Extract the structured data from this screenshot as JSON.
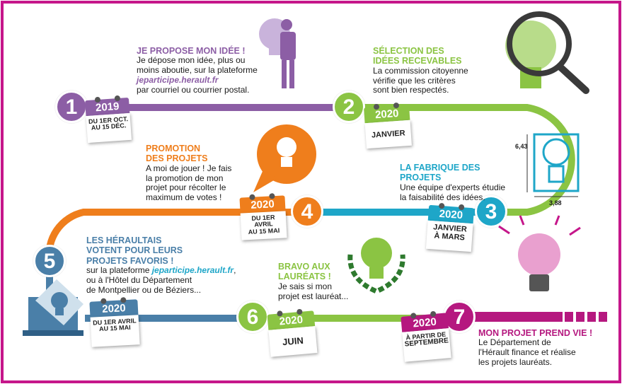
{
  "colors": {
    "frame": "#c5168a",
    "purple": "#8c5ea5",
    "green": "#8bc443",
    "teal": "#1ea6c8",
    "orange": "#ef7e1c",
    "blue": "#4a7fa8",
    "magenta": "#b5187f"
  },
  "steps": [
    {
      "number": "1",
      "year": "2019",
      "date_lines": [
        "DU 1ER OCT.",
        "AU 15 DÉC."
      ],
      "title_lines": [
        "JE PROPOSE MON IDÉE !"
      ],
      "body_lines": [
        "Je dépose mon idée, plus ou",
        "moins aboutie, sur  la plateforme"
      ],
      "link": "jeparticipe.herault.fr",
      "body_after": [
        "par courriel ou courrier postal."
      ],
      "icon": "person-with-lightbulb-icon"
    },
    {
      "number": "2",
      "year": "2020",
      "date_lines": [
        "JANVIER"
      ],
      "title_lines": [
        "SÉLECTION DES",
        "IDÉES RECEVABLES"
      ],
      "body_lines": [
        "La commission citoyenne",
        "vérifie que les critères",
        "sont bien respectés."
      ],
      "icon": "magnifier-lightbulb-icon"
    },
    {
      "number": "3",
      "year": "2020",
      "date_lines": [
        "JANVIER",
        "À MARS"
      ],
      "title_lines": [
        "LA FABRIQUE DES PROJETS"
      ],
      "body_lines": [
        "Une équipe d'experts étudie",
        "la faisabilité des idées."
      ],
      "icon": "blueprint-lightbulb-icon",
      "dimension_height": "6,43",
      "dimension_width": "3,88"
    },
    {
      "number": "4",
      "year": "2020",
      "date_lines": [
        "DU 1ER AVRIL",
        "AU 15 MAI"
      ],
      "title_lines": [
        "PROMOTION",
        "DES PROJETS"
      ],
      "body_lines": [
        "A moi de jouer ! Je fais",
        "la promotion de mon",
        "projet pour récolter le",
        "maximum de votes !"
      ],
      "icon": "speech-bubble-lightbulb-icon"
    },
    {
      "number": "5",
      "year": "2020",
      "date_lines": [
        "DU 1ER AVRIL",
        "AU 15 MAI"
      ],
      "title_lines": [
        "LES HÉRAULTAIS",
        "VOTENT POUR LEURS",
        "PROJETS FAVORIS !"
      ],
      "body_lines": [
        "sur la plateforme"
      ],
      "link": "jeparticipe.herault.fr",
      "body_after": [
        "ou à l'Hôtel du Département",
        "de Montpellier ou de Béziers..."
      ],
      "icon": "ballot-box-icon"
    },
    {
      "number": "6",
      "year": "2020",
      "date_lines": [
        "JUIN"
      ],
      "title_lines": [
        "BRAVO AUX",
        "LAURÉATS !"
      ],
      "body_lines": [
        "Je sais si mon",
        "projet est lauréat..."
      ],
      "icon": "laurel-lightbulb-icon"
    },
    {
      "number": "7",
      "year": "2020",
      "date_lines": [
        "À PARTIR DE",
        "SEPTEMBRE"
      ],
      "title_lines": [
        "MON PROJET PREND VIE !"
      ],
      "body_lines": [
        "Le Département de",
        "l'Hérault finance et réalise",
        "les projets lauréats."
      ],
      "icon": "shining-lightbulb-icon"
    }
  ]
}
